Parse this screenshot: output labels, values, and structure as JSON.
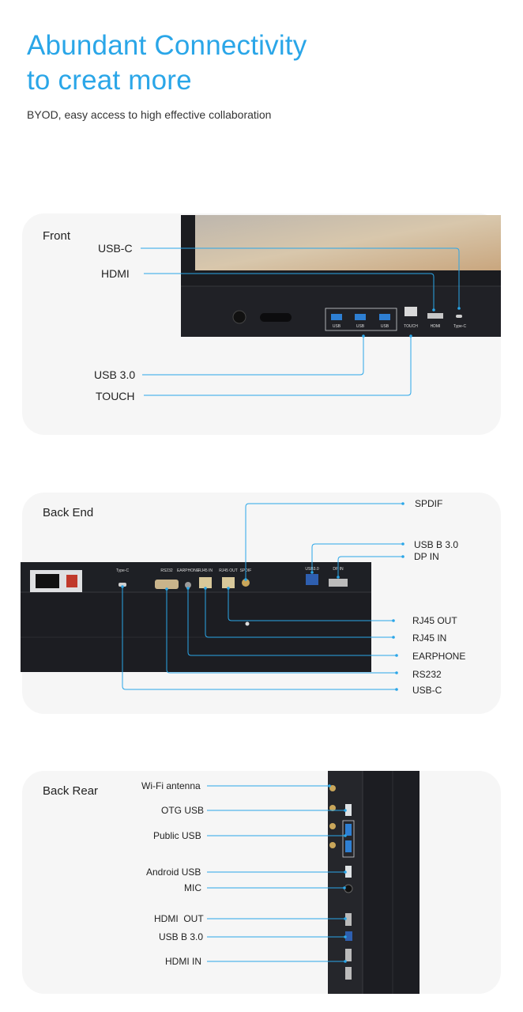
{
  "header": {
    "title_line1": "Abundant Connectivity",
    "title_line2": "to creat more",
    "subtitle": "BYOD, easy access to high effective collaboration"
  },
  "colors": {
    "accent": "#2aa6e8",
    "panel_bg": "#f6f6f6",
    "device_dark": "#1b1c20"
  },
  "front": {
    "title": "Front",
    "labels": {
      "usb_c": "USB-C",
      "hdmi": "HDMI",
      "usb30": "USB 3.0",
      "touch": "TOUCH"
    },
    "port_labels": {
      "usb1": "USB",
      "usb2": "USB",
      "usb3": "USB",
      "touch": "TOUCH",
      "hdmi": "HDMI",
      "typec": "Type-C"
    }
  },
  "back_end": {
    "title": "Back End",
    "labels": {
      "spdif": "SPDIF",
      "usb_b30": "USB B 3.0",
      "dp_in": "DP IN",
      "rj45_out": "RJ45 OUT",
      "rj45_in": "RJ45 IN",
      "earphone": "EARPHONE",
      "rs232": "RS232",
      "usb_c": "USB-C"
    },
    "port_labels": {
      "typec": "Type-C",
      "rs232": "RS232",
      "earphone": "EARPHONE",
      "rj45_in": "RJ45 IN",
      "rj45_out": "RJ45 OUT",
      "spdif": "SPDIF",
      "usb30": "USB3.0",
      "dpin": "DP IN"
    }
  },
  "back_rear": {
    "title": "Back Rear",
    "labels": {
      "wifi": "Wi-Fi antenna",
      "otg": "OTG USB",
      "public_usb": "Public USB",
      "android_usb": "Android USB",
      "mic": "MIC",
      "hdmi_out": "HDMI  OUT",
      "usb_b30": "USB B 3.0",
      "hdmi_in": "HDMI IN"
    }
  }
}
